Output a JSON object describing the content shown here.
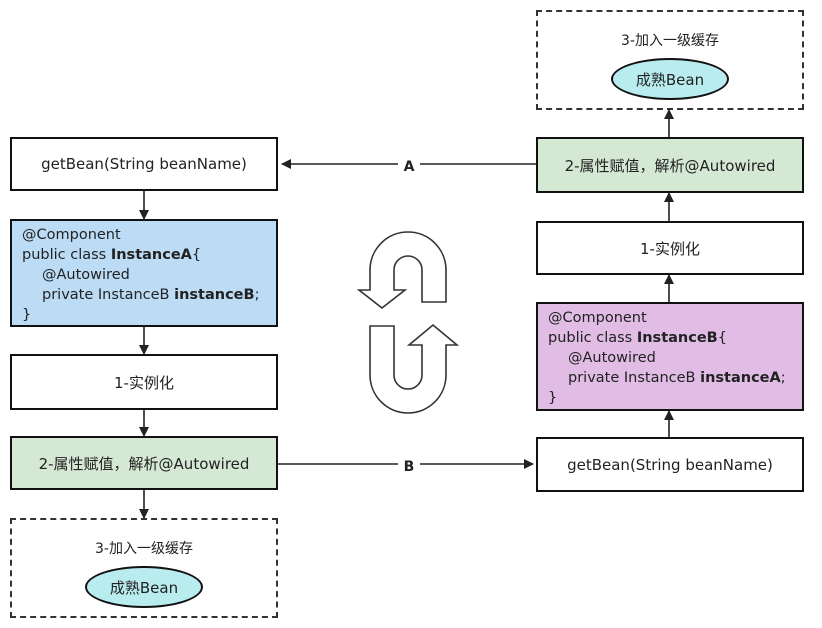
{
  "left": {
    "getbean": "getBean(String beanName)",
    "code": {
      "annotation": "@Component",
      "class_prefix": "public class ",
      "class_name": "InstanceA",
      "class_suffix": "{",
      "field_annotation": "@Autowired",
      "field_prefix": "private InstanceB ",
      "field_name": "instanceB",
      "field_suffix": ";",
      "closing": "}"
    },
    "instantiate": "1-实例化",
    "populate": "2-属性赋值，解析@Autowired",
    "cache": {
      "title": "3-加入一级缓存",
      "bean": "成熟Bean"
    }
  },
  "right": {
    "cache": {
      "title": "3-加入一级缓存",
      "bean": "成熟Bean"
    },
    "populate": "2-属性赋值，解析@Autowired",
    "instantiate": "1-实例化",
    "code": {
      "annotation": "@Component",
      "class_prefix": "public class ",
      "class_name": "InstanceB",
      "class_suffix": "{",
      "field_annotation": "@Autowired",
      "field_prefix": "private InstanceB ",
      "field_name": "instanceA",
      "field_suffix": ";",
      "closing": "}"
    },
    "getbean": "getBean(String beanName)"
  },
  "edges": {
    "a_label": "A",
    "b_label": "B"
  },
  "colors": {
    "populate_fill": "#d5e8d4",
    "class_a_fill": "#bcdcf6",
    "class_b_fill": "#e1bde6",
    "bean_fill": "#b8ecef"
  }
}
